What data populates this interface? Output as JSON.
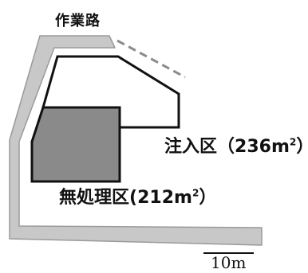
{
  "labels": {
    "work_road": "作業路",
    "injection_zone_name": "注入区",
    "injection_zone_open": "（",
    "injection_zone_area": "236m",
    "injection_zone_exp": "2",
    "injection_zone_close": "）",
    "untreated_zone_name": "無処理区",
    "untreated_zone_open": "(",
    "untreated_zone_area": "212m",
    "untreated_zone_exp": "2",
    "untreated_zone_close": "）",
    "scale_text": "10m"
  },
  "colors": {
    "road_fill": "#c8c8c8",
    "road_edge": "#9a9a9a",
    "road_extension_dash": "#8a8a8a",
    "untreated_fill": "#8a8a8a",
    "outline": "#111111",
    "text": "#111111"
  }
}
